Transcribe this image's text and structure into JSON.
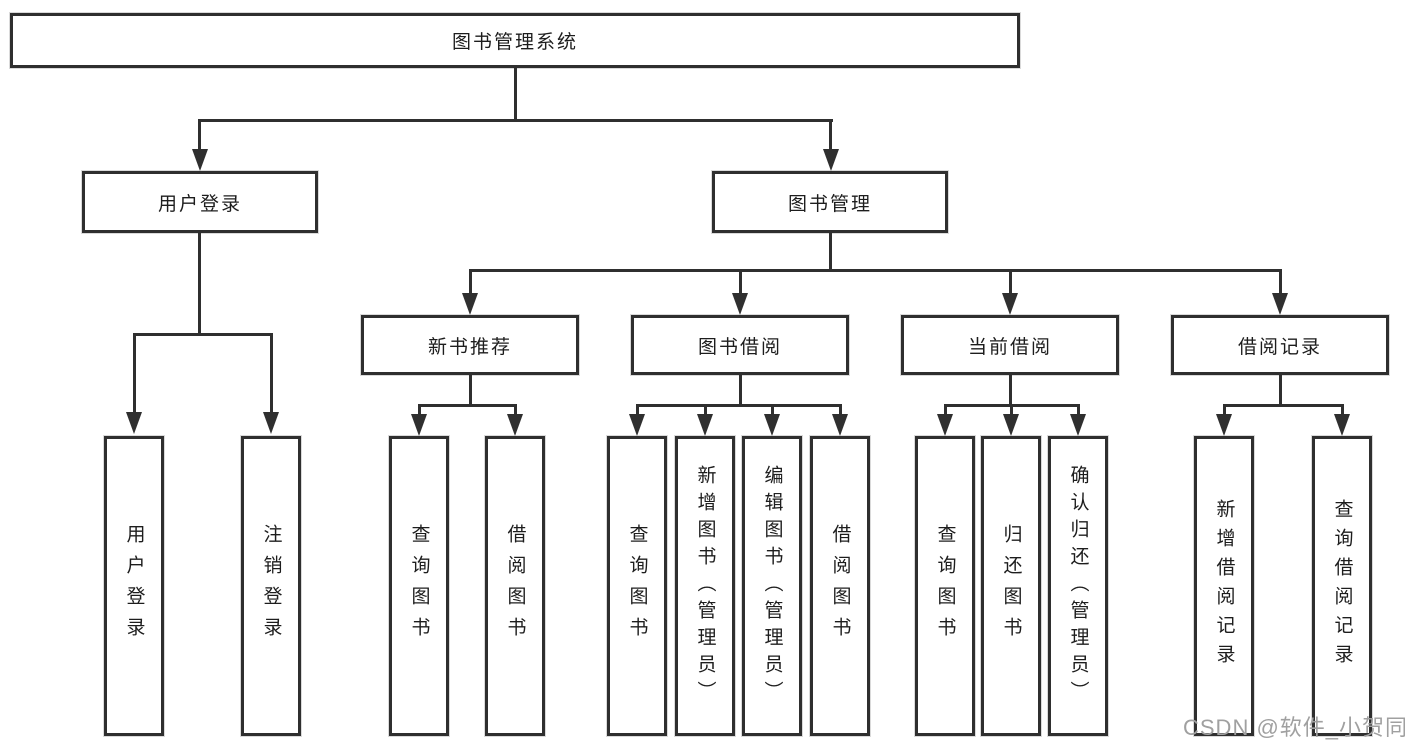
{
  "tree": {
    "root": {
      "label": "图书管理系统"
    },
    "branches": [
      {
        "label": "用户登录",
        "children": [
          {
            "label": "用户登录"
          },
          {
            "label": "注销登录"
          }
        ]
      },
      {
        "label": "图书管理",
        "children": [
          {
            "label": "新书推荐",
            "children": [
              {
                "label": "查询图书"
              },
              {
                "label": "借阅图书"
              }
            ]
          },
          {
            "label": "图书借阅",
            "children": [
              {
                "label": "查询图书"
              },
              {
                "label": "新增图书（管理员）"
              },
              {
                "label": "编辑图书（管理员）"
              },
              {
                "label": "借阅图书"
              }
            ]
          },
          {
            "label": "当前借阅",
            "children": [
              {
                "label": "查询图书"
              },
              {
                "label": "归还图书"
              },
              {
                "label": "确认归还（管理员）"
              }
            ]
          },
          {
            "label": "借阅记录",
            "children": [
              {
                "label": "新增借阅记录"
              },
              {
                "label": "查询借阅记录"
              }
            ]
          }
        ]
      }
    ]
  },
  "watermark": "CSDN @软件_小贺同学",
  "colors": {
    "line": "#2f2f2f",
    "text": "#1d1d1d",
    "watermark": "#a0a0a0",
    "background": "#ffffff"
  }
}
